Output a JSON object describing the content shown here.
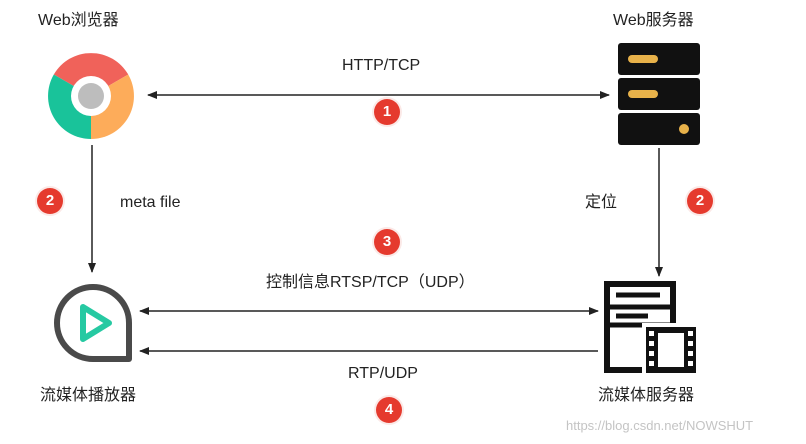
{
  "nodes": {
    "browser": "Web浏览器",
    "web_server": "Web服务器",
    "player": "流媒体播放器",
    "stream_server": "流媒体服务器"
  },
  "edges": {
    "http": "HTTP/TCP",
    "meta": "meta file",
    "locate": "定位",
    "rtsp": "控制信息RTSP/TCP（UDP）",
    "rtp": "RTP/UDP"
  },
  "steps": {
    "s1": "1",
    "s2_left": "2",
    "s2_right": "2",
    "s3": "3",
    "s4": "4"
  },
  "watermark": "https://blog.csdn.net/NOWSHUT",
  "icons": {
    "browser": "chrome-icon",
    "web_server": "server-rack-icon",
    "player": "play-icon",
    "stream_server": "media-server-icon"
  },
  "colors": {
    "badge": "#e53a2e",
    "arrow": "#222222",
    "play": "#26c9a2"
  }
}
